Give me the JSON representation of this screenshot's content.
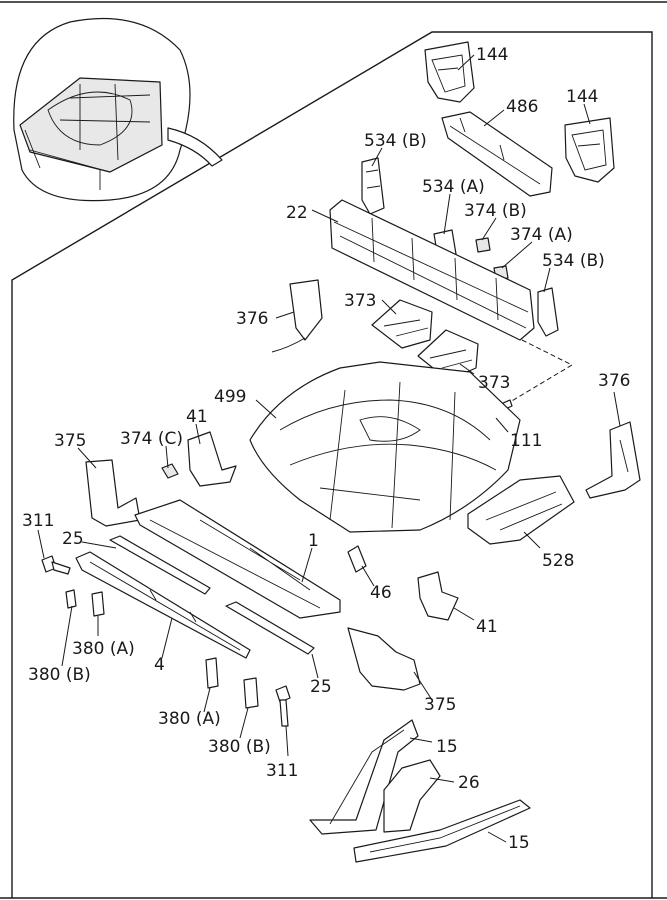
{
  "labels": {
    "l144a": "144",
    "l144b": "144",
    "l486": "486",
    "l534b_top": "534 (B)",
    "l534a": "534 (A)",
    "l374b": "374 (B)",
    "l374a": "374 (A)",
    "l22": "22",
    "l534b_right": "534 (B)",
    "l376_left": "376",
    "l373_top": "373",
    "l373_bottom": "373",
    "l376_right": "376",
    "l499": "499",
    "l41_top": "41",
    "l374c": "374 (C)",
    "l375_top": "375",
    "l111": "111",
    "l311_top": "311",
    "l25_top": "25",
    "l1": "1",
    "l528": "528",
    "l46": "46",
    "l41_right": "41",
    "l380a_left": "380 (A)",
    "l380b_left": "380 (B)",
    "l4": "4",
    "l25_bottom": "25",
    "l375_bottom": "375",
    "l380a_bottom": "380 (A)",
    "l380b_bottom": "380 (B)",
    "l311_bottom": "311",
    "l15_top": "15",
    "l26": "26",
    "l15_bottom": "15"
  }
}
